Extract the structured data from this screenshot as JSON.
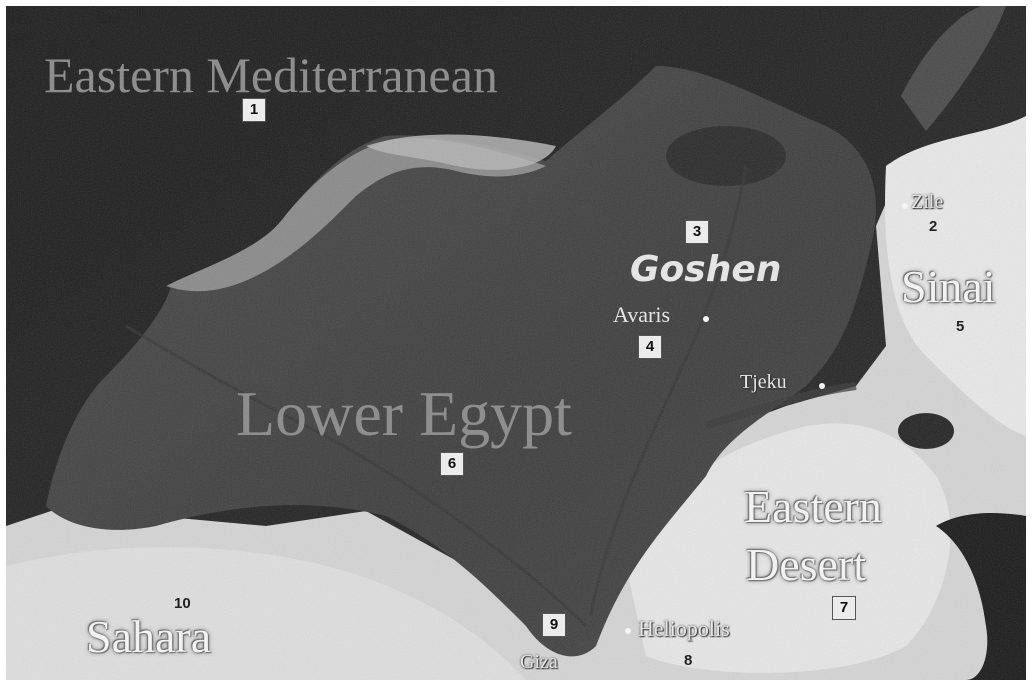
{
  "map": {
    "regions": {
      "sea": "Eastern Mediterranean",
      "lower_egypt": "Lower Egypt",
      "sinai": "Sinai",
      "eastern_desert_line1": "Eastern",
      "eastern_desert_line2": "Desert",
      "sahara": "Sahara"
    },
    "places": {
      "goshen": "Goshen",
      "avaris": "Avaris",
      "zile": "Zile",
      "tjeku": "Tjeku",
      "heliopolis": "Heliopolis",
      "giza": "Giza"
    },
    "markers": {
      "m1": "1",
      "m2": "2",
      "m3": "3",
      "m4": "4",
      "m5": "5",
      "m6": "6",
      "m7": "7",
      "m8": "8",
      "m9": "9",
      "m10": "10"
    }
  }
}
